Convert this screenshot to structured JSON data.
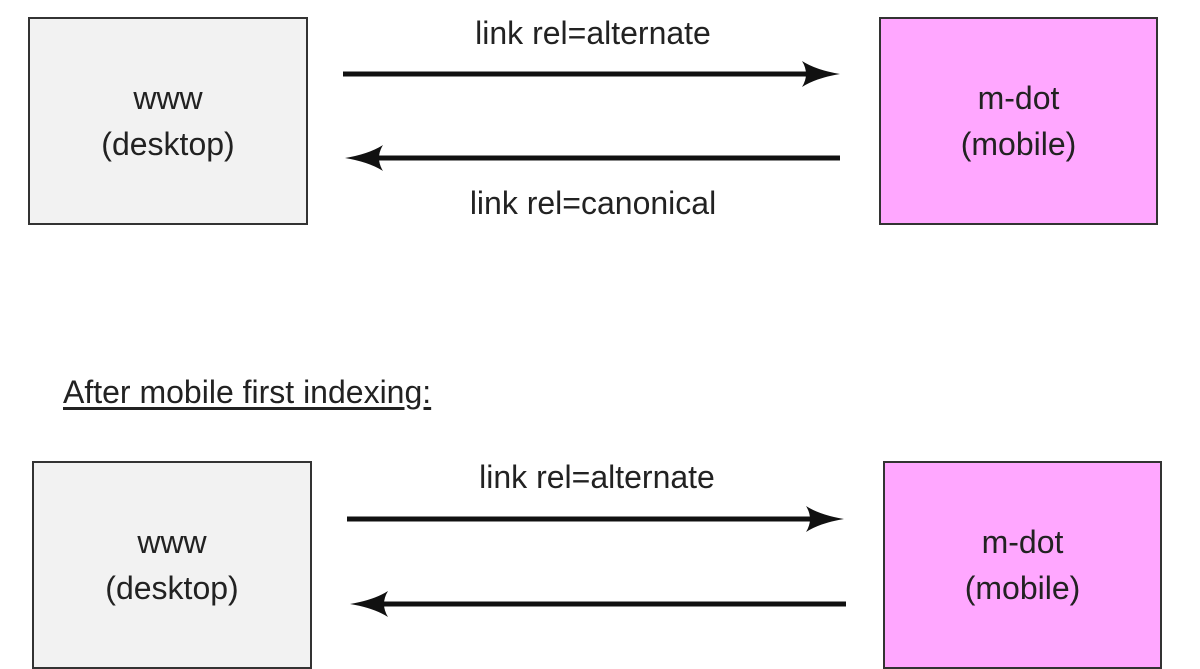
{
  "top_diagram": {
    "desktop": {
      "line1": "www",
      "line2": "(desktop)"
    },
    "mobile": {
      "line1": "m-dot",
      "line2": "(mobile)"
    },
    "forward_link_label": "link rel=alternate",
    "backward_link_label": "link rel=canonical"
  },
  "section_heading": "After mobile first indexing:",
  "bottom_diagram": {
    "desktop": {
      "line1": "www",
      "line2": "(desktop)"
    },
    "mobile": {
      "line1": "m-dot",
      "line2": "(mobile)"
    },
    "forward_link_label": "link rel=alternate"
  },
  "colors": {
    "desktop_fill": "#f2f2f2",
    "mobile_fill": "#ffa7ff",
    "stroke": "#111111"
  }
}
